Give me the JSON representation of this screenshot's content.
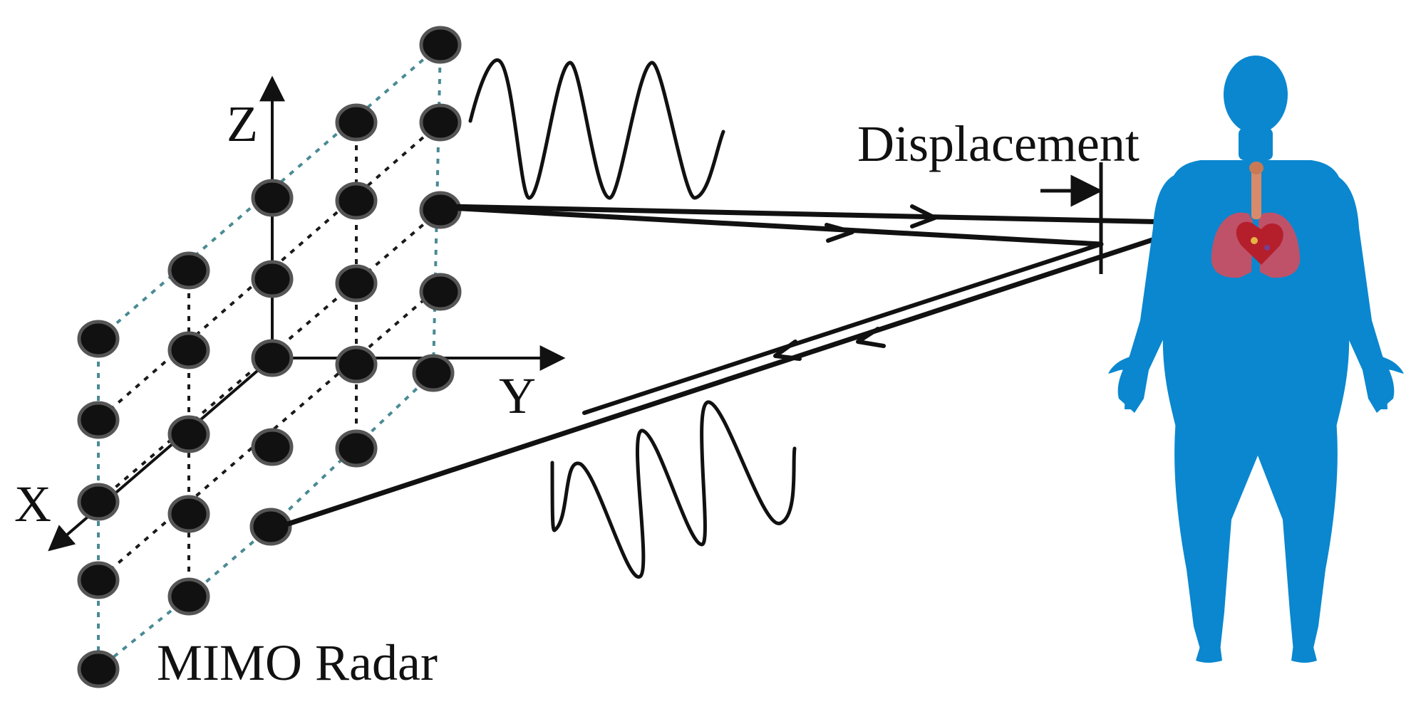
{
  "labels": {
    "axis_x": "X",
    "axis_y": "Y",
    "axis_z": "Z",
    "displacement": "Displacement",
    "radar": "MIMO Radar"
  },
  "colors": {
    "body": "#0a87cf",
    "antenna": "#111111",
    "antenna_ring": "#555555",
    "dotted_black": "#1a1a1a",
    "dotted_teal": "#4a8a94",
    "signal": "#111111",
    "lungs": "#d84b5a",
    "heart": "#b51f2c",
    "trachea": "#d98a6a"
  },
  "icons": {
    "human": "human-body-silhouette-icon",
    "organs": "heart-lungs-icon",
    "antenna": "antenna-element-icon"
  }
}
